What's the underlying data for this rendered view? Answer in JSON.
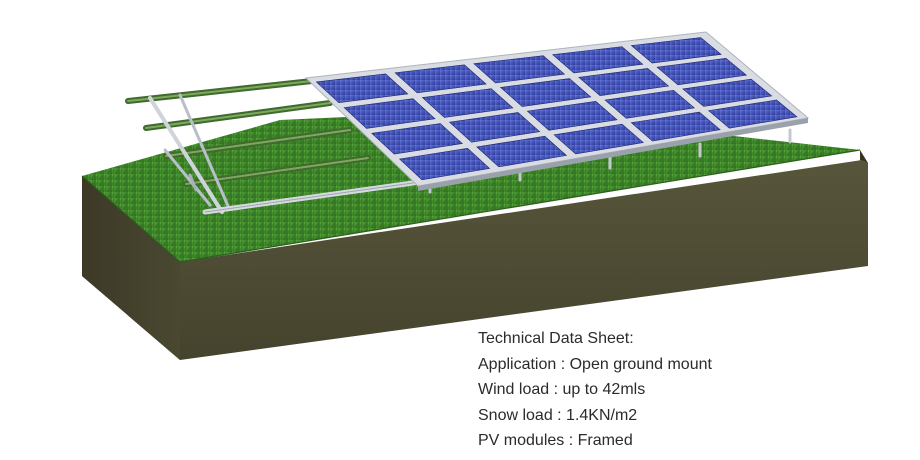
{
  "spec_sheet": {
    "title": "Technical Data Sheet:",
    "lines": [
      "Application : Open ground mount",
      "Wind load : up to 42mls",
      "Snow load : 1.4KN/m2",
      "PV modules : Framed"
    ]
  },
  "illustration": {
    "subject": "ground-mounted solar panel array on grass block",
    "panel_grid": {
      "rows": 4,
      "columns": 5
    },
    "colors": {
      "panel_cell": "#3d4fb8",
      "panel_dark": "#1e2770",
      "frame": "#d9dde3",
      "grass": "#3f8a2c",
      "grass_dark": "#2e6a1f",
      "soil_front": "#4f4d33",
      "soil_side": "#3e3c28",
      "rail": "#4d7a3a",
      "background": "#ffffff"
    }
  }
}
